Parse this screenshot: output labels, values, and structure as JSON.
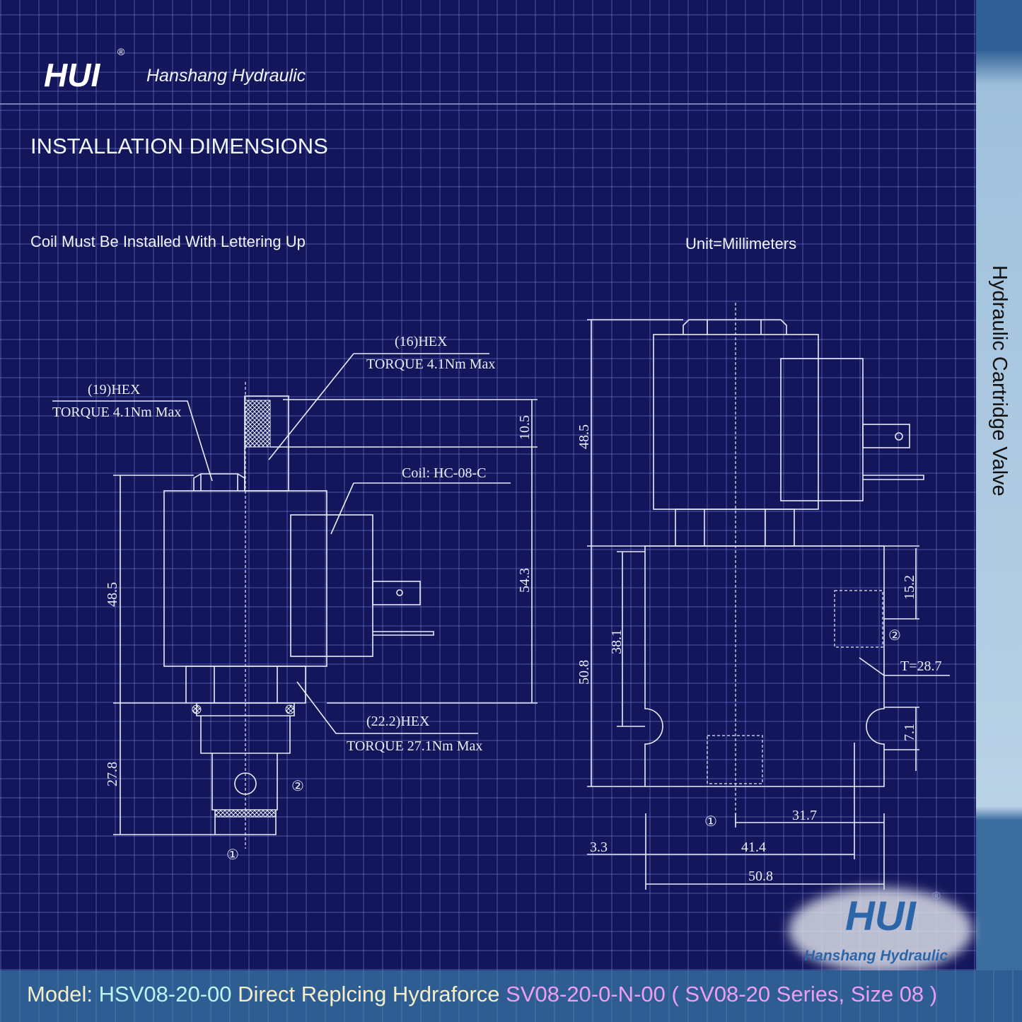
{
  "header": {
    "brand": "Hanshang Hydraulic",
    "logo_text": "HUI",
    "registered": "®"
  },
  "title": "INSTALLATION DIMENSIONS",
  "note": "Coil Must Be Installed With Lettering Up",
  "unit": "Unit=Millimeters",
  "side_label": "Hydraulic Cartridge Valve",
  "left_view": {
    "hex19": "(19)HEX",
    "torque19": "TORQUE 4.1Nm Max",
    "hex16": "(16)HEX",
    "torque16": "TORQUE 4.1Nm Max",
    "coil": "Coil: HC-08-C",
    "hex22": "(22.2)HEX",
    "torque22": "TORQUE 27.1Nm Max",
    "dim_coil": "48.5",
    "dim_cartridge": "27.8",
    "dim_top": "10.5",
    "dim_total": "54.3",
    "port1": "①",
    "port2": "②"
  },
  "right_view": {
    "dim_coil": "48.5",
    "dim_block": "50.8",
    "dim_381": "38.1",
    "dim_152": "15.2",
    "dim_71": "7.1",
    "thread": "T=28.7",
    "dim_317": "31.7",
    "dim_414": "41.4",
    "dim_33": "3.3",
    "dim_508": "50.8",
    "port1": "①",
    "port2": "②"
  },
  "footer": {
    "model_label": "Model: ",
    "model": "HSV08-20-00",
    "replace_text": " Direct Replcing Hydraforce ",
    "replaced": "SV08-20-0-N-00",
    "series": " ( SV08-20 Series, Size 08 )",
    "colors": {
      "label": "#f3eec8",
      "model": "#bff2f5",
      "replaced": "#ee9ef0"
    }
  },
  "watermark_logo": {
    "text": "HUI",
    "brand": "Hanshang Hydraulic",
    "registered": "®"
  }
}
